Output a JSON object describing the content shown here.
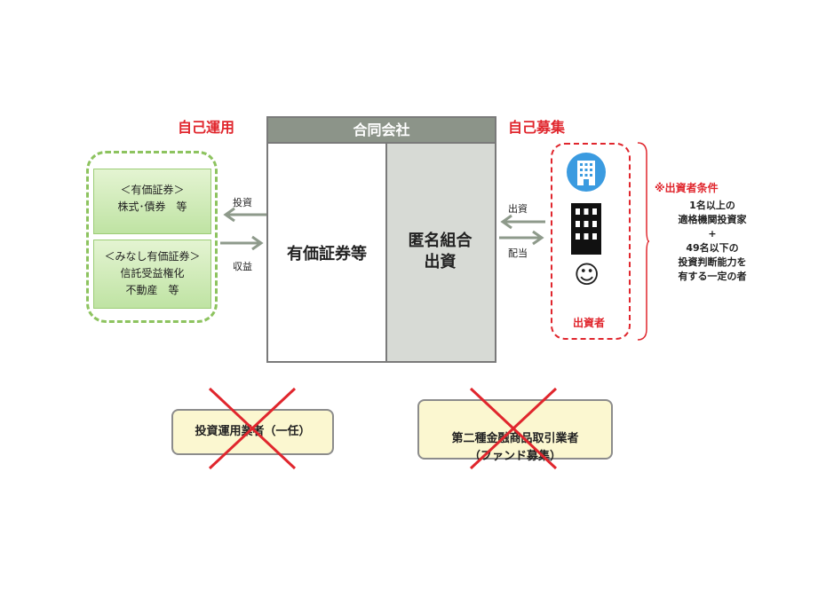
{
  "labels": {
    "self_operation": "自己運用",
    "self_offering": "自己募集",
    "investor_conditions_title": "※出資者条件"
  },
  "company": {
    "title": "合同会社",
    "left_block": "有価証券等",
    "right_block": "匿名組合\n出資"
  },
  "assets": [
    {
      "line1": "＜有価証券＞",
      "line2": "株式･債券　等"
    },
    {
      "line1": "＜みなし有価証券＞",
      "line2": "信託受益権化",
      "line3": "不動産　等"
    }
  ],
  "flows": {
    "invest": "投資",
    "returns": "収益",
    "contribution": "出資",
    "dividend": "配当"
  },
  "investors": {
    "label": "出資者",
    "icons": [
      "office-building-icon",
      "building-icon",
      "smiley-icon"
    ],
    "smiley_glyph": "☺"
  },
  "conditions": {
    "line1": "1名以上の",
    "line2": "適格機関投資家",
    "plus": "+",
    "line3": "49名以下の",
    "line4": "投資判断能力を",
    "line5": "有する一定の者"
  },
  "not_required": [
    {
      "text": "投資運用業者（一任）"
    },
    {
      "text": "第二種金融商品取引業者\n（ファンド募集）"
    }
  ],
  "colors": {
    "red": "#e0262d",
    "green_dash": "#8dc35f",
    "company_header": "#8c9489",
    "company_right": "#d7dad5",
    "arrow": "#8e9a8b",
    "building_blue": "#3b9be0"
  }
}
